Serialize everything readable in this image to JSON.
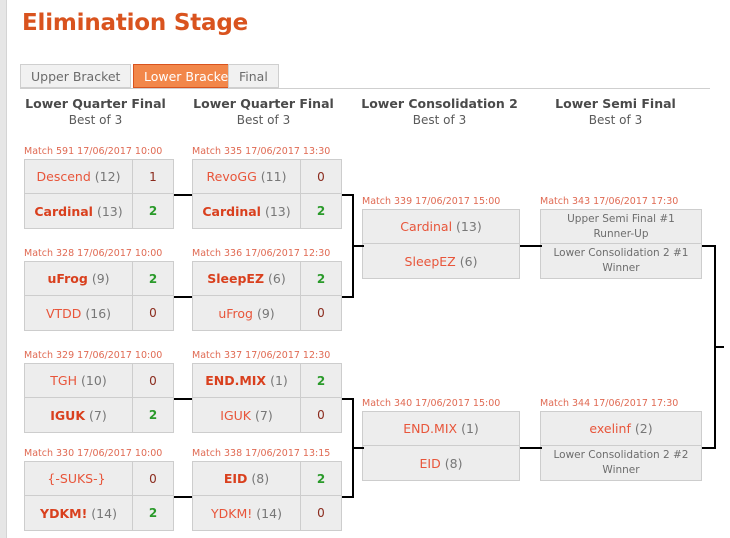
{
  "page": {
    "title": "Elimination Stage"
  },
  "tabs": [
    {
      "label": "Upper Bracket",
      "active": false
    },
    {
      "label": "Lower Bracket",
      "active": true
    },
    {
      "label": "Final",
      "active": false
    }
  ],
  "colors": {
    "accent": "#d9531e",
    "team": "#e8553a",
    "winner_score": "#2a9a2a",
    "loser_score": "#8a2a1c",
    "match_label": "#e06a53",
    "box_fill": "#ededed",
    "box_border": "#cdcdcd"
  },
  "rounds": [
    {
      "name": "Lower Quarter Final",
      "format": "Best of 3"
    },
    {
      "name": "Lower Quarter Final",
      "format": "Best of 3"
    },
    {
      "name": "Lower Consolidation 2",
      "format": "Best of 3"
    },
    {
      "name": "Lower Semi Final",
      "format": "Best of 3"
    }
  ],
  "matches": [
    {
      "id": "m591",
      "label": "Match 591 17/06/2017 10:00",
      "rows": [
        {
          "team": "Descend",
          "seed": "(12)",
          "score": "1",
          "winner": false
        },
        {
          "team": "Cardinal",
          "seed": "(13)",
          "score": "2",
          "winner": true
        }
      ]
    },
    {
      "id": "m328",
      "label": "Match 328 17/06/2017 10:00",
      "rows": [
        {
          "team": "uFrog",
          "seed": "(9)",
          "score": "2",
          "winner": true
        },
        {
          "team": "VTDD",
          "seed": "(16)",
          "score": "0",
          "winner": false
        }
      ]
    },
    {
      "id": "m329",
      "label": "Match 329 17/06/2017 10:00",
      "rows": [
        {
          "team": "TGH",
          "seed": "(10)",
          "score": "0",
          "winner": false
        },
        {
          "team": "IGUK",
          "seed": "(7)",
          "score": "2",
          "winner": true
        }
      ]
    },
    {
      "id": "m330",
      "label": "Match 330 17/06/2017 10:00",
      "rows": [
        {
          "team": "{-SUKS-}",
          "seed": "",
          "score": "0",
          "winner": false
        },
        {
          "team": "YDKM!",
          "seed": "(14)",
          "score": "2",
          "winner": true
        }
      ]
    },
    {
      "id": "m335",
      "label": "Match 335 17/06/2017 13:30",
      "rows": [
        {
          "team": "RevoGG",
          "seed": "(11)",
          "score": "0",
          "winner": false
        },
        {
          "team": "Cardinal",
          "seed": "(13)",
          "score": "2",
          "winner": true
        }
      ]
    },
    {
      "id": "m336",
      "label": "Match 336 17/06/2017 12:30",
      "rows": [
        {
          "team": "SleepEZ",
          "seed": "(6)",
          "score": "2",
          "winner": true
        },
        {
          "team": "uFrog",
          "seed": "(9)",
          "score": "0",
          "winner": false
        }
      ]
    },
    {
      "id": "m337",
      "label": "Match 337 17/06/2017 12:30",
      "rows": [
        {
          "team": "END.MIX",
          "seed": "(1)",
          "score": "2",
          "winner": true
        },
        {
          "team": "IGUK",
          "seed": "(7)",
          "score": "0",
          "winner": false
        }
      ]
    },
    {
      "id": "m338",
      "label": "Match 338 17/06/2017 13:15",
      "rows": [
        {
          "team": "EID",
          "seed": "(8)",
          "score": "2",
          "winner": true
        },
        {
          "team": "YDKM!",
          "seed": "(14)",
          "score": "0",
          "winner": false
        }
      ]
    },
    {
      "id": "m339",
      "label": "Match 339 17/06/2017 15:00",
      "rows": [
        {
          "team": "Cardinal",
          "seed": "(13)",
          "score": "",
          "winner": false
        },
        {
          "team": "SleepEZ",
          "seed": "(6)",
          "score": "",
          "winner": false
        }
      ]
    },
    {
      "id": "m340",
      "label": "Match 340 17/06/2017 15:00",
      "rows": [
        {
          "team": "END.MIX",
          "seed": "(1)",
          "score": "",
          "winner": false
        },
        {
          "team": "EID",
          "seed": "(8)",
          "score": "",
          "winner": false
        }
      ]
    },
    {
      "id": "m343",
      "label": "Match 343 17/06/2017 17:30",
      "rows": [
        {
          "placeholder_line1": "Upper Semi Final #1",
          "placeholder_line2": "Runner-Up"
        },
        {
          "placeholder_line1": "Lower Consolidation 2 #1",
          "placeholder_line2": "Winner"
        }
      ]
    },
    {
      "id": "m344",
      "label": "Match 344 17/06/2017 17:30",
      "rows": [
        {
          "team": "exelinf",
          "seed": "(2)",
          "score": "",
          "winner": false
        },
        {
          "placeholder_line1": "Lower Consolidation 2 #2",
          "placeholder_line2": "Winner"
        }
      ]
    }
  ]
}
